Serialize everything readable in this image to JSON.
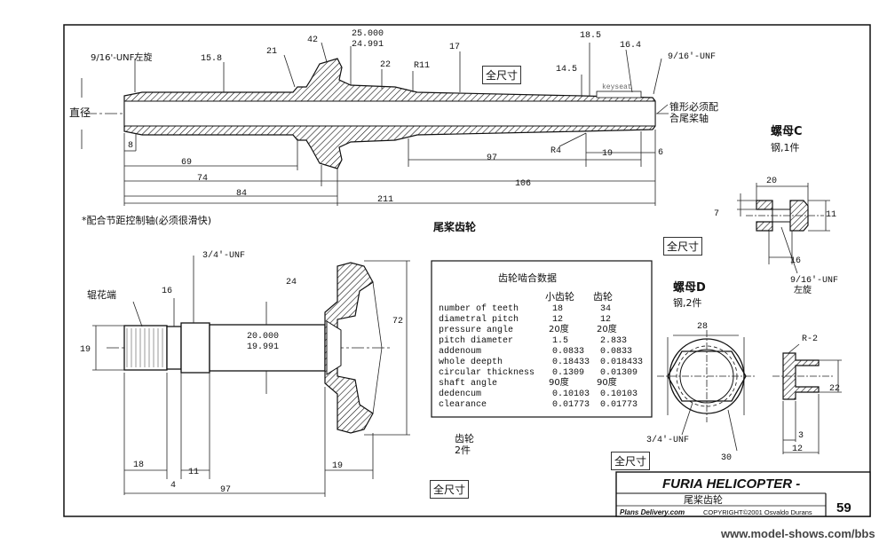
{
  "shaft": {
    "dims_top": [
      "9/16'-UNF左旋",
      "15.8",
      "21",
      "42",
      "25.000",
      "24.991",
      "22",
      "R11",
      "17",
      "14.5",
      "18.5",
      "16.4",
      "9/16'-UNF"
    ],
    "dims_bottom": [
      "8",
      "69",
      "74",
      "84",
      "211",
      "106",
      "97",
      "R4",
      "19",
      "6"
    ],
    "side_left": "直径",
    "side_right_1": "锥形必须配",
    "side_right_2": "合尾桨轴",
    "keyseat": "keyseat",
    "scale": "全尺寸",
    "note": "*配合节距控制轴(必须很滑快)",
    "title": "尾桨齿轮"
  },
  "nut_c": {
    "title": "螺母C",
    "material": "钢,1件",
    "dims": [
      "20",
      "7",
      "11",
      "16",
      "9/16'-UNF",
      "左旋"
    ],
    "scale": "全尺寸"
  },
  "gear": {
    "dims": [
      "3/4'-UNF",
      "辊花端",
      "16",
      "24",
      "72",
      "19",
      "20.000",
      "19.991",
      "18",
      "11",
      "4",
      "97",
      "19"
    ],
    "label": "齿轮",
    "qty": "2件",
    "scale": "全尺寸"
  },
  "table": {
    "title": "齿轮啮合数据",
    "headers": [
      "",
      "小齿轮",
      "齿轮"
    ],
    "rows": [
      [
        "number of teeth",
        "18",
        "34"
      ],
      [
        "diametral pitch",
        "12",
        "12"
      ],
      [
        "pressure angle",
        "20度",
        "20度"
      ],
      [
        "pitch diameter",
        "1.5",
        "2.833"
      ],
      [
        "addenoum",
        "0.0833",
        "0.0833"
      ],
      [
        "whole deepth",
        "0.18433",
        "0.018433"
      ],
      [
        "circular thickness",
        "0.1309",
        "0.01309"
      ],
      [
        "shaft angle",
        "90度",
        "90度"
      ],
      [
        "dedencum",
        "0.10103",
        "0.10103"
      ],
      [
        "clearance",
        "0.01773",
        "0.01773"
      ]
    ]
  },
  "nut_d": {
    "title": "螺母D",
    "material": "钢,2件",
    "dims": [
      "28",
      "R-2",
      "22",
      "3/4'-UNF",
      "30",
      "3",
      "12"
    ],
    "scale": "全尺寸"
  },
  "title_block": {
    "name": "FURIA HELICOPTER -",
    "subtitle": "尾桨齿轮",
    "plans": "Plans Delivery.com",
    "copyright": "COPYRIGHT©2001 Osvaldo Durans",
    "page": "59"
  },
  "watermark": "www.model-shows.com/bbs"
}
